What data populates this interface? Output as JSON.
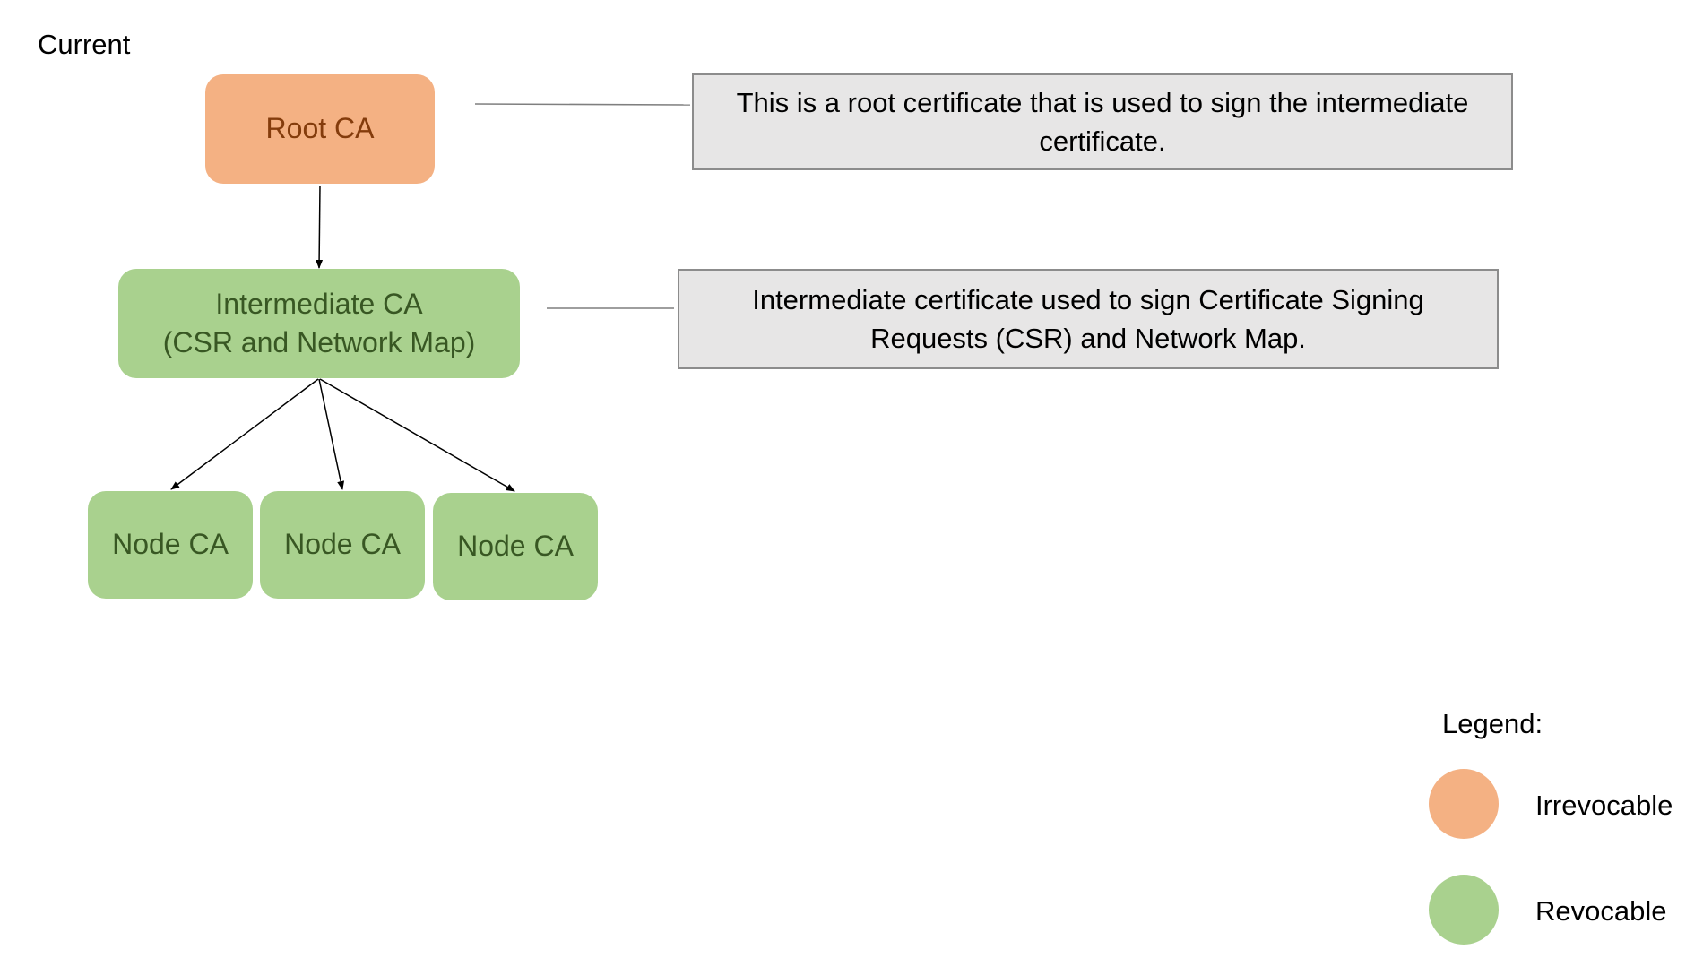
{
  "title": "Current",
  "nodes": {
    "root": "Root CA",
    "intermediate": {
      "line1": "Intermediate CA",
      "line2": "(CSR and Network Map)"
    },
    "node_cas": [
      "Node CA",
      "Node CA",
      "Node CA"
    ]
  },
  "callouts": {
    "root": "This is a root certificate that is used to sign the intermediate certificate.",
    "intermediate": "Intermediate certificate used to sign Certificate Signing Requests (CSR) and Network Map."
  },
  "legend": {
    "title": "Legend:",
    "items": [
      {
        "label": "Irrevocable",
        "color": "#f4b183"
      },
      {
        "label": "Revocable",
        "color": "#a9d18e"
      }
    ]
  },
  "colors": {
    "irrevocable_fill": "#f4b183",
    "irrevocable_text": "#843c0c",
    "revocable_fill": "#a9d18e",
    "revocable_text": "#385723",
    "callout_fill": "#e7e6e6",
    "callout_border": "#8c8c8c"
  }
}
